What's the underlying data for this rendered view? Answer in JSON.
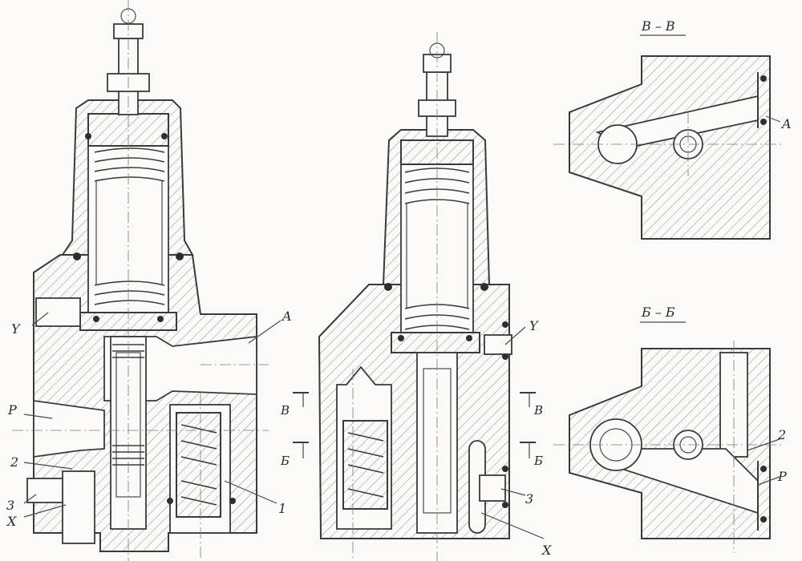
{
  "section_titles": {
    "vv": "В – В",
    "bb": "Б – Б"
  },
  "labels": {
    "left_Y": "Y",
    "left_A": "A",
    "left_P": "P",
    "left_2": "2",
    "left_3": "3",
    "left_X": "X",
    "left_1": "1",
    "mid_Y": "Y",
    "mid_X": "X",
    "mid_3": "3",
    "cut_V_left": "В",
    "cut_B_left": "Б",
    "cut_V_right": "В",
    "cut_B_right": "Б",
    "vv_A": "A",
    "bb_2": "2",
    "bb_P": "P"
  },
  "colors": {
    "ink": "#3a3a3a",
    "paper": "#fbfaf7"
  }
}
